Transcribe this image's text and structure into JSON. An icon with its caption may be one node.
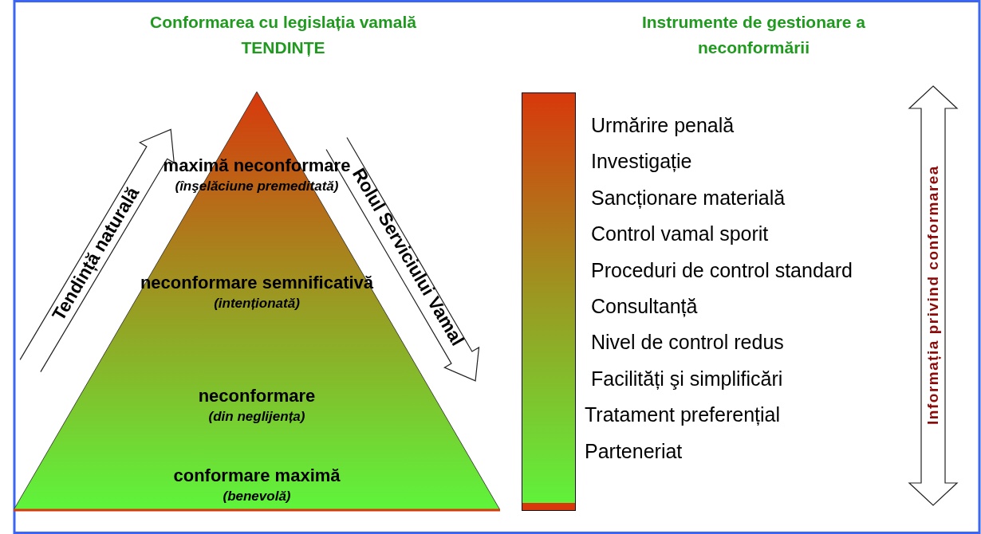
{
  "diagram": {
    "nodes": [
      {
        "text": [],
        "shape": "triangle"
      },
      {
        "text": [
          "maximă neconformare",
          "(înşelăciune premeditată)"
        ],
        "in": 0
      },
      {
        "text": [
          "neconformare semnificativă",
          "(intenționată)"
        ],
        "in": 0
      },
      {
        "text": [
          "neconformare",
          "(din neglijența)"
        ],
        "in": 0
      },
      {
        "text": [
          "conformare maximă",
          "(benevolă)"
        ],
        "in": 0
      },
      {
        "text": [],
        "shape": "bar"
      }
    ],
    "edges": [],
    "labels": [
      "Conformarea cu legislația vamală TENDINȚE",
      "Instrumente de gestionare a neconformării",
      "Tendință naturală",
      "Rolul Serviciului Vamal",
      "Urmărire penală",
      "Investigație",
      "Sancționare materială",
      "Control vamal sporit",
      "Proceduri de control standard",
      "Consultanță",
      "Nivel de control redus",
      "Facilități şi simplificări",
      "Tratament preferențial",
      "Parteneriat",
      "Informația privind conformarea"
    ]
  }
}
